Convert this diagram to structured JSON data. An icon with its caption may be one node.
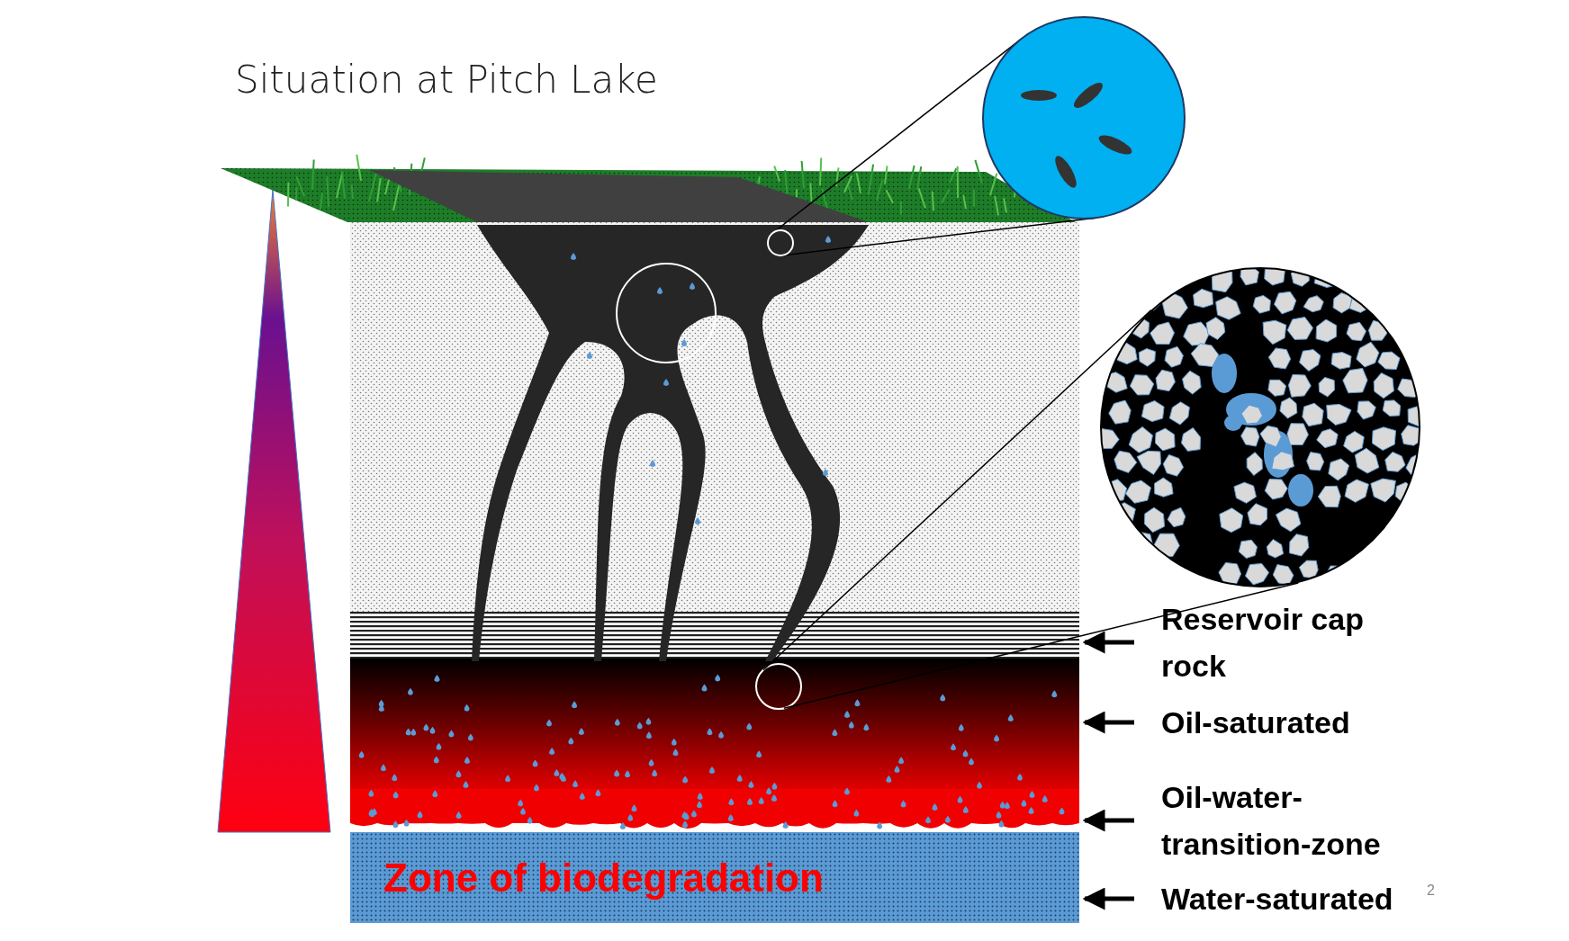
{
  "diagram": {
    "title": "Situation at Pitch Lake",
    "nodes": [
      {
        "text": [
          "Reservoir cap rock"
        ]
      },
      {
        "text": [
          "Oil-saturated"
        ]
      },
      {
        "text": [
          "Oil-water-transition-zone"
        ]
      },
      {
        "text": [
          "Water-saturated"
        ]
      },
      {
        "text": [],
        "shape": "bar"
      },
      {
        "text": [],
        "shape": "bar"
      },
      {
        "text": [],
        "shape": "bar"
      },
      {
        "text": [],
        "shape": "bar"
      },
      {
        "text": [],
        "shape": "circle"
      },
      {
        "text": [],
        "shape": "circle"
      },
      {
        "text": [],
        "shape": "circle",
        "in": 5
      },
      {
        "text": [],
        "shape": "circle"
      },
      {
        "text": [],
        "shape": "triangle"
      }
    ],
    "edges": [
      {
        "from": 0,
        "to": 4,
        "arrow": "to",
        "style": "thick"
      },
      {
        "from": 1,
        "to": 5,
        "arrow": "to",
        "style": "thick"
      },
      {
        "from": 2,
        "to": 6,
        "arrow": "to",
        "style": "thick"
      },
      {
        "from": 3,
        "to": 7,
        "arrow": "to",
        "style": "thick"
      },
      {
        "from": 8,
        "to": 9,
        "arrow": "none"
      },
      {
        "from": 8,
        "to": 9,
        "arrow": "none"
      },
      {
        "from": 10,
        "to": 11,
        "arrow": "none"
      },
      {
        "from": 10,
        "to": 11,
        "arrow": "none"
      }
    ],
    "labels": [
      "Zone of biodegradation",
      "2"
    ]
  }
}
